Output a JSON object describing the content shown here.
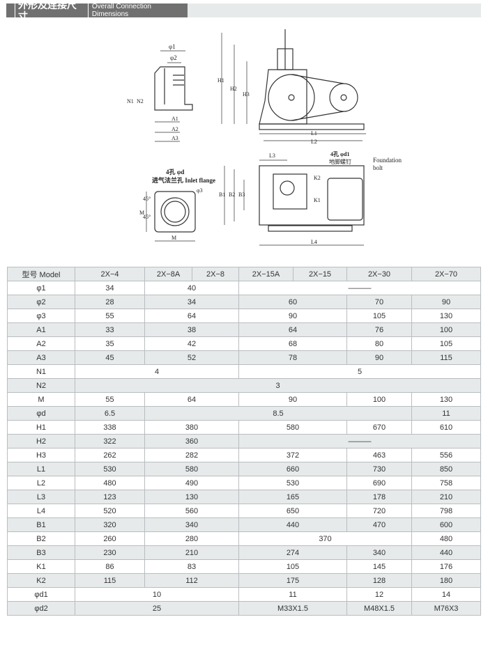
{
  "header": {
    "title_zh": "外形及连接尺寸",
    "title_en": "Overall Connection Dimensions"
  },
  "diagram": {
    "labels": {
      "phi1": "φ1",
      "phi2": "φ2",
      "n1": "N1",
      "n2": "N2",
      "a1": "A1",
      "a2": "A2",
      "a3": "A3",
      "h1": "H1",
      "h2": "H2",
      "h3": "H3",
      "l1": "L1",
      "l2": "L2",
      "l3": "L3",
      "l4": "L4",
      "b1": "B1",
      "b2": "B2",
      "b3": "B3",
      "k1": "K1",
      "k2": "K2",
      "holes_d": "4孔 φd",
      "inlet": "进气法兰孔 Inlet flange",
      "phi3": "φ3",
      "m": "M",
      "m2": "M",
      "deg1": "45°",
      "deg2": "45°",
      "holes_d1": "4孔 φd1",
      "bolt_zh": "地脚螺钉",
      "bolt_en1": "Foundation",
      "bolt_en2": "bolt"
    }
  },
  "table": {
    "header": {
      "label": "型号 Model",
      "models": [
        "2X−4",
        "2X−8A",
        "2X−8",
        "2X−15A",
        "2X−15",
        "2X−30",
        "2X−70"
      ]
    },
    "rows": [
      {
        "label": "φ1",
        "cells": [
          {
            "v": "34",
            "span": 1
          },
          {
            "v": "40",
            "span": 2
          },
          {
            "v": "———",
            "span": 4
          }
        ]
      },
      {
        "label": "φ2",
        "cells": [
          {
            "v": "28",
            "span": 1
          },
          {
            "v": "34",
            "span": 2
          },
          {
            "v": "60",
            "span": 2
          },
          {
            "v": "70",
            "span": 1
          },
          {
            "v": "90",
            "span": 1
          }
        ]
      },
      {
        "label": "φ3",
        "cells": [
          {
            "v": "55",
            "span": 1
          },
          {
            "v": "64",
            "span": 2
          },
          {
            "v": "90",
            "span": 2
          },
          {
            "v": "105",
            "span": 1
          },
          {
            "v": "130",
            "span": 1
          }
        ]
      },
      {
        "label": "A1",
        "cells": [
          {
            "v": "33",
            "span": 1
          },
          {
            "v": "38",
            "span": 2
          },
          {
            "v": "64",
            "span": 2
          },
          {
            "v": "76",
            "span": 1
          },
          {
            "v": "100",
            "span": 1
          }
        ]
      },
      {
        "label": "A2",
        "cells": [
          {
            "v": "35",
            "span": 1
          },
          {
            "v": "42",
            "span": 2
          },
          {
            "v": "68",
            "span": 2
          },
          {
            "v": "80",
            "span": 1
          },
          {
            "v": "105",
            "span": 1
          }
        ]
      },
      {
        "label": "A3",
        "cells": [
          {
            "v": "45",
            "span": 1
          },
          {
            "v": "52",
            "span": 2
          },
          {
            "v": "78",
            "span": 2
          },
          {
            "v": "90",
            "span": 1
          },
          {
            "v": "115",
            "span": 1
          }
        ]
      },
      {
        "label": "N1",
        "cells": [
          {
            "v": "4",
            "span": 3
          },
          {
            "v": "5",
            "span": 4
          }
        ]
      },
      {
        "label": "N2",
        "cells": [
          {
            "v": "3",
            "span": 7
          }
        ]
      },
      {
        "label": "M",
        "cells": [
          {
            "v": "55",
            "span": 1
          },
          {
            "v": "64",
            "span": 2
          },
          {
            "v": "90",
            "span": 2
          },
          {
            "v": "100",
            "span": 1
          },
          {
            "v": "130",
            "span": 1
          }
        ]
      },
      {
        "label": "φd",
        "cells": [
          {
            "v": "6.5",
            "span": 1
          },
          {
            "v": "8.5",
            "span": 5
          },
          {
            "v": "11",
            "span": 1
          }
        ]
      },
      {
        "label": "H1",
        "cells": [
          {
            "v": "338",
            "span": 1
          },
          {
            "v": "380",
            "span": 2
          },
          {
            "v": "580",
            "span": 2
          },
          {
            "v": "670",
            "span": 1
          },
          {
            "v": "610",
            "span": 1
          }
        ]
      },
      {
        "label": "H2",
        "cells": [
          {
            "v": "322",
            "span": 1
          },
          {
            "v": "360",
            "span": 2
          },
          {
            "v": "———",
            "span": 4
          }
        ]
      },
      {
        "label": "H3",
        "cells": [
          {
            "v": "262",
            "span": 1
          },
          {
            "v": "282",
            "span": 2
          },
          {
            "v": "372",
            "span": 2
          },
          {
            "v": "463",
            "span": 1
          },
          {
            "v": "556",
            "span": 1
          }
        ]
      },
      {
        "label": "L1",
        "cells": [
          {
            "v": "530",
            "span": 1
          },
          {
            "v": "580",
            "span": 2
          },
          {
            "v": "660",
            "span": 2
          },
          {
            "v": "730",
            "span": 1
          },
          {
            "v": "850",
            "span": 1
          }
        ]
      },
      {
        "label": "L2",
        "cells": [
          {
            "v": "480",
            "span": 1
          },
          {
            "v": "490",
            "span": 2
          },
          {
            "v": "530",
            "span": 2
          },
          {
            "v": "690",
            "span": 1
          },
          {
            "v": "758",
            "span": 1
          }
        ]
      },
      {
        "label": "L3",
        "cells": [
          {
            "v": "123",
            "span": 1
          },
          {
            "v": "130",
            "span": 2
          },
          {
            "v": "165",
            "span": 2
          },
          {
            "v": "178",
            "span": 1
          },
          {
            "v": "210",
            "span": 1
          }
        ]
      },
      {
        "label": "L4",
        "cells": [
          {
            "v": "520",
            "span": 1
          },
          {
            "v": "560",
            "span": 2
          },
          {
            "v": "650",
            "span": 2
          },
          {
            "v": "720",
            "span": 1
          },
          {
            "v": "798",
            "span": 1
          }
        ]
      },
      {
        "label": "B1",
        "cells": [
          {
            "v": "320",
            "span": 1
          },
          {
            "v": "340",
            "span": 2
          },
          {
            "v": "440",
            "span": 2
          },
          {
            "v": "470",
            "span": 1
          },
          {
            "v": "600",
            "span": 1
          }
        ]
      },
      {
        "label": "B2",
        "cells": [
          {
            "v": "260",
            "span": 1
          },
          {
            "v": "280",
            "span": 2
          },
          {
            "v": "370",
            "span": 3
          },
          {
            "v": "480",
            "span": 1
          }
        ]
      },
      {
        "label": "B3",
        "cells": [
          {
            "v": "230",
            "span": 1
          },
          {
            "v": "210",
            "span": 2
          },
          {
            "v": "274",
            "span": 2
          },
          {
            "v": "340",
            "span": 1
          },
          {
            "v": "440",
            "span": 1
          }
        ]
      },
      {
        "label": "K1",
        "cells": [
          {
            "v": "86",
            "span": 1
          },
          {
            "v": "83",
            "span": 2
          },
          {
            "v": "105",
            "span": 2
          },
          {
            "v": "145",
            "span": 1
          },
          {
            "v": "176",
            "span": 1
          }
        ]
      },
      {
        "label": "K2",
        "cells": [
          {
            "v": "115",
            "span": 1
          },
          {
            "v": "112",
            "span": 2
          },
          {
            "v": "175",
            "span": 2
          },
          {
            "v": "128",
            "span": 1
          },
          {
            "v": "180",
            "span": 1
          }
        ]
      },
      {
        "label": "φd1",
        "cells": [
          {
            "v": "10",
            "span": 3
          },
          {
            "v": "11",
            "span": 2
          },
          {
            "v": "12",
            "span": 1
          },
          {
            "v": "14",
            "span": 1
          }
        ]
      },
      {
        "label": "φd2",
        "cells": [
          {
            "v": "25",
            "span": 3
          },
          {
            "v": "M33X1.5",
            "span": 2
          },
          {
            "v": "M48X1.5",
            "span": 1
          },
          {
            "v": "M76X3",
            "span": 1
          }
        ]
      }
    ]
  }
}
